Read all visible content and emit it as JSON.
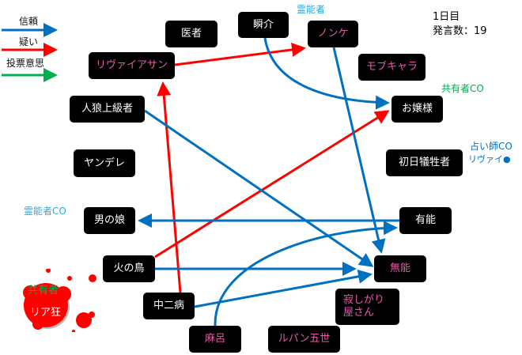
{
  "legend": [
    {
      "label": "信頼",
      "color": "#0070c0"
    },
    {
      "label": "疑い",
      "color": "#ff0000"
    },
    {
      "label": "投票意思",
      "color": "#00b050"
    }
  ],
  "info": {
    "day": "1日目",
    "remarks": "発言数：19"
  },
  "nodes": {
    "isha": "医者",
    "shunsuke": "瞬介",
    "nonke": "ノンケ",
    "leviathan": "リヴァイアサン",
    "mobu": "モブキャラ",
    "jinro": "人狼上級者",
    "ojousama": "お嬢様",
    "yandere": "ヤンデレ",
    "shonichi": "初日犠牲者",
    "otokonoko": "男の娘",
    "yuunou": "有能",
    "hinotori": "火の鳥",
    "munou": "無能",
    "chuni": "中二病",
    "sabishi1": "寂しがり",
    "sabishi2": "屋さん",
    "maro": "麻呂",
    "lupin": "ルパン五世",
    "riakyo": "リア狂"
  },
  "annotations": {
    "reinou": "霊能者",
    "kyouyuu_co": "共有者CO",
    "uranai_co": "占い師CO",
    "uranai_result": "リヴァイ●",
    "reinou_co": "霊能者CO",
    "kyouyuu": "共有者"
  },
  "colors": {
    "trust": "#0070c0",
    "doubt": "#ff0000",
    "vote": "#00b050",
    "pink": "#e85aa8",
    "medium": "#29a8e0",
    "shared": "#00b050"
  }
}
